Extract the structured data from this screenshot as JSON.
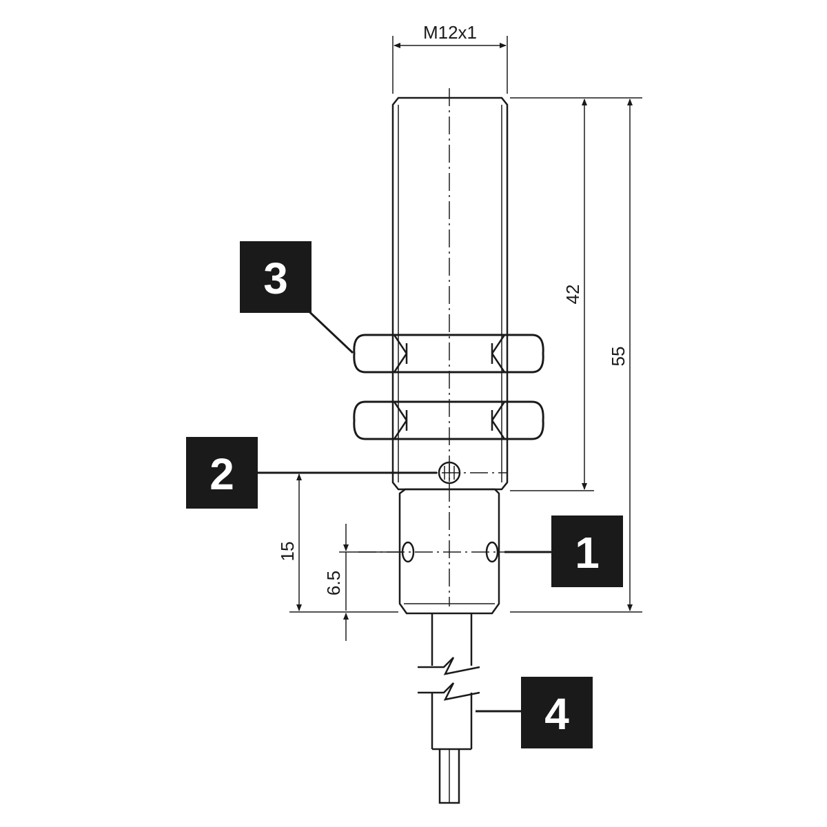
{
  "dimensions": {
    "thread": "M12x1",
    "length_42": "42",
    "length_55": "55",
    "length_15": "15",
    "length_6_5": "6.5"
  },
  "callouts": [
    {
      "id": "1",
      "label": "1"
    },
    {
      "id": "2",
      "label": "2"
    },
    {
      "id": "3",
      "label": "3"
    },
    {
      "id": "4",
      "label": "4"
    }
  ]
}
